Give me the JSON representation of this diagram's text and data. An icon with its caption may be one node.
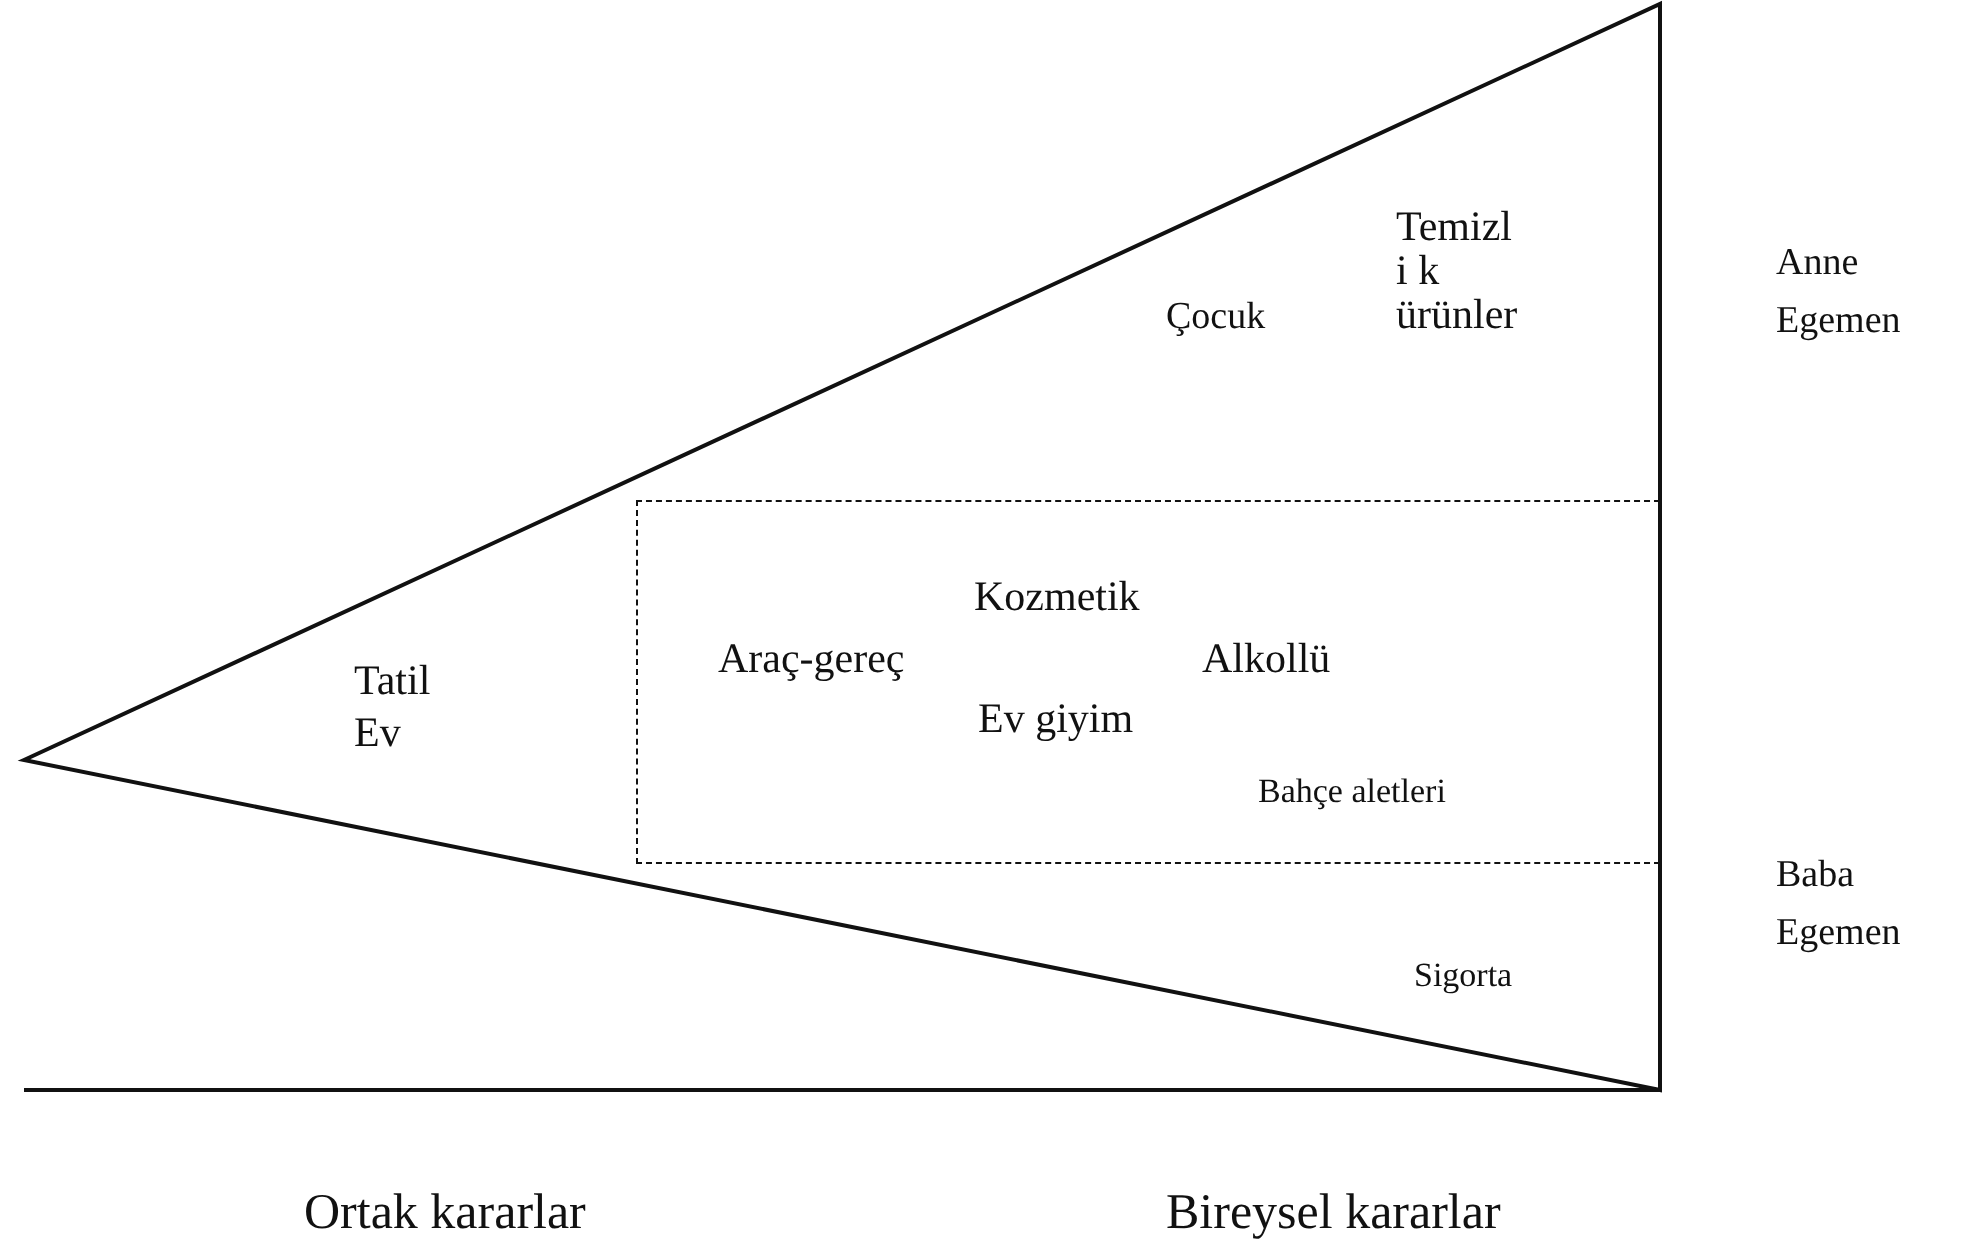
{
  "diagram": {
    "nodes": [
      {
        "text": [],
        "shape": "triangle"
      },
      {
        "text": [
          "Kozmetik",
          "Araç-gereç",
          "Alkollü",
          "Ev giyim",
          "Bahçe aletleri"
        ],
        "in": 0
      }
    ],
    "labels": [
      "Çocuk",
      "Temizl i k ürünler",
      "Anne Egemen",
      "Tatil",
      "Ev",
      "Baba Egemen",
      "Sigorta",
      "Ortak kararlar",
      "Bireysel kararlar"
    ]
  }
}
